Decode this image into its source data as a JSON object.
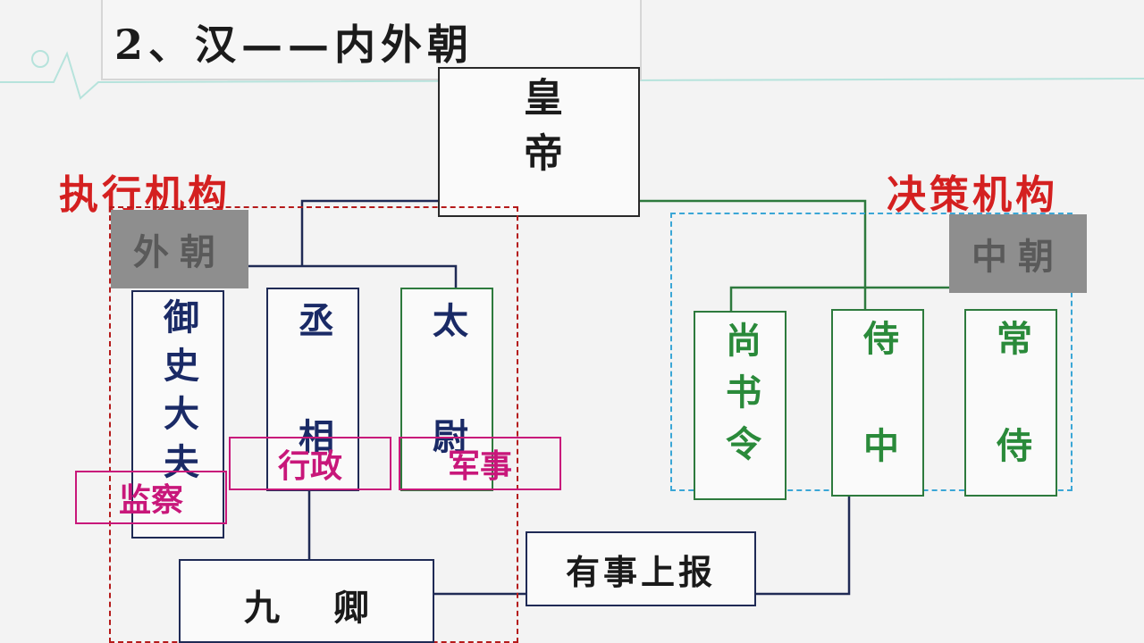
{
  "title": "2、汉——内外朝",
  "emperor": "皇帝",
  "executive": {
    "label": "执行机构",
    "group": "外朝",
    "offices": [
      "御史大夫",
      "丞相",
      "太尉"
    ],
    "functions": [
      "监察",
      "行政",
      "军事"
    ],
    "nine_ministers": "九卿"
  },
  "decision": {
    "label": "决策机构",
    "group": "中朝",
    "offices": [
      "尚书令",
      "侍中",
      "常侍"
    ]
  },
  "report": "有事上报",
  "colors": {
    "executive_label": "#d42020",
    "navy": "#1a2a66",
    "green": "#2a8a3a",
    "magenta": "#c8177a",
    "decision_border": "#3aa6d6"
  }
}
